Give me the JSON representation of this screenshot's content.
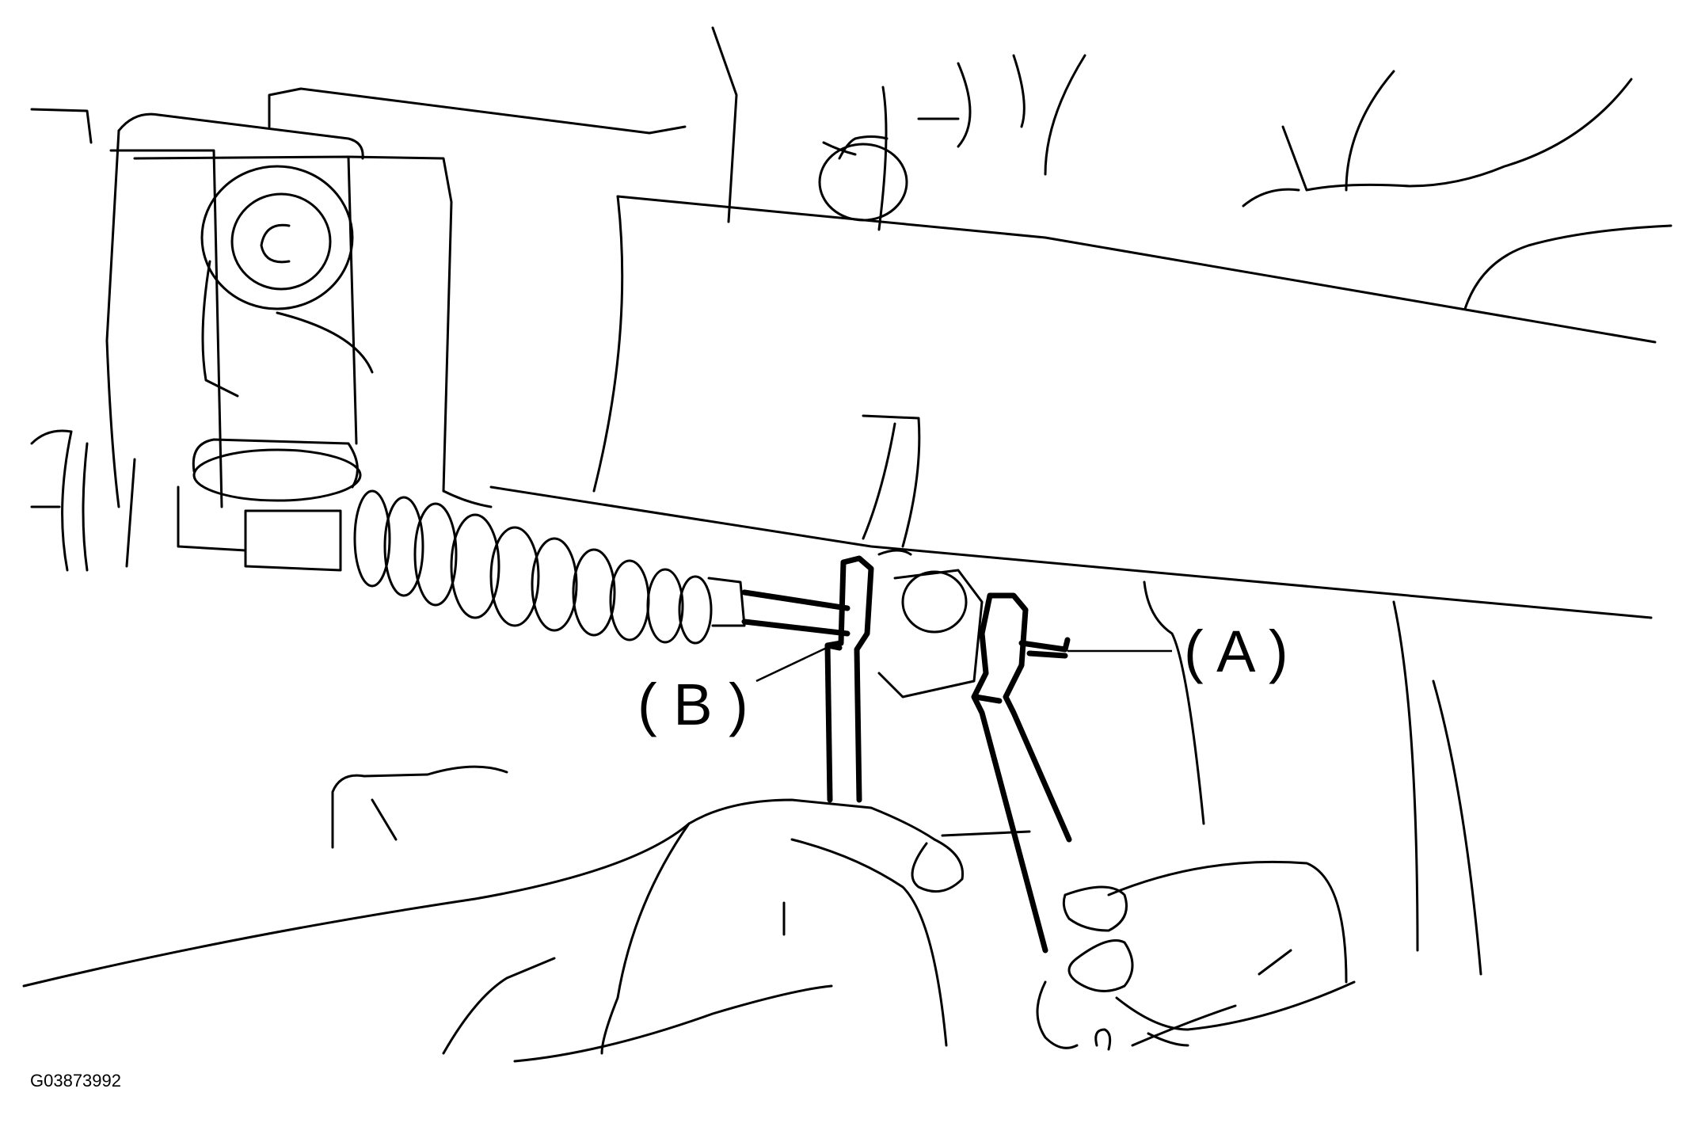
{
  "figure": {
    "callouts": [
      {
        "id": "A",
        "label": "( A )"
      },
      {
        "id": "B",
        "label": "( B )"
      }
    ],
    "figure_id": "G03873992",
    "line_color": "#000000",
    "background_color": "#ffffff"
  }
}
